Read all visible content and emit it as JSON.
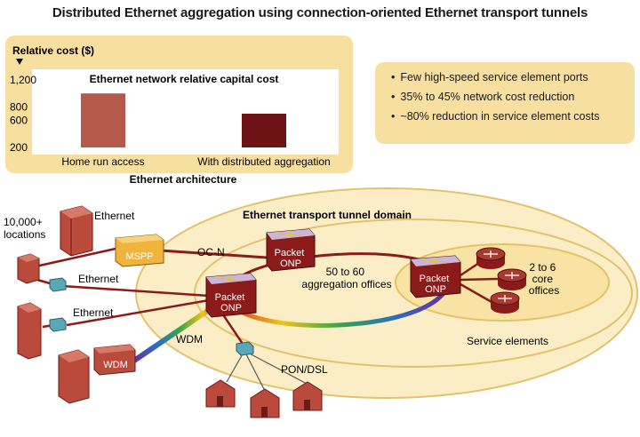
{
  "title": "Distributed Ethernet aggregation using connection-oriented Ethernet transport tunnels",
  "chart_data": {
    "type": "bar",
    "title": "Ethernet network relative capital cost",
    "ylabel": "Relative cost ($)",
    "xlabel": "Ethernet architecture",
    "categories": [
      "Home run access",
      "With distributed aggregation"
    ],
    "values": [
      1000,
      700
    ],
    "yticks": [
      1200,
      800,
      600,
      200
    ],
    "ylim": [
      200,
      1200
    ],
    "colors": [
      "#b5594a",
      "#6e1216"
    ]
  },
  "bullets": [
    "Few high-speed service element ports",
    "35% to 45% network cost reduction",
    "~80% reduction in service element costs"
  ],
  "diagram": {
    "domain_label": "Ethernet transport tunnel domain",
    "aggregation_label": "50 to 60\naggregation offices",
    "core_label": "2 to 6\ncore\noffices",
    "service_elements_label": "Service elements",
    "locations_label": "10,000+\nlocations",
    "ethernet_1": "Ethernet",
    "ethernet_2": "Ethernet",
    "ethernet_3": "Ethernet",
    "ocn_label": "OC-N",
    "wdm_link_label": "WDM",
    "pon_label": "PON/DSL",
    "mspp_label": "MSPP",
    "wdm_box_label": "WDM",
    "packet_onp_label": "Packet\nONP"
  },
  "colors": {
    "panel": "#f7dfa0",
    "ellipse_fill": "#fbedc6",
    "ellipse_stroke": "#e3c26a",
    "link": "#8b1a1a",
    "building": "#b94a3c",
    "onp": "#8b1a1a"
  }
}
